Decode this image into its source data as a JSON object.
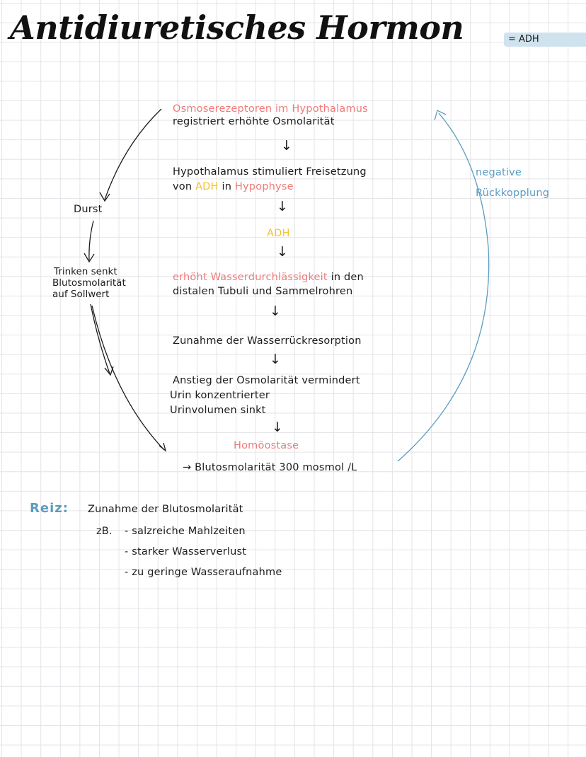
{
  "colors": {
    "ink": "#1c1c1c",
    "pink": "#f07a7a",
    "yellow": "#f2c230",
    "blue": "#5a9cc0",
    "tag_bg": "#cfe3ee"
  },
  "header": {
    "title": "Antidiuretisches Hormon",
    "abbrev": "= ADH"
  },
  "flow": {
    "step1_pink": "Osmoserezeptoren im Hypothalamus",
    "step1_black": "registriert erhöhte Osmolarität",
    "arrow": "↓",
    "step2_line1": "Hypothalamus stimuliert Freisetzung",
    "step2_von": "von",
    "step2_adh": "ADH",
    "step2_in": "in",
    "step2_hypophyse": "Hypophyse",
    "step3_adh": "ADH",
    "step4_pink": "erhöht Wasserdurchlässigkeit",
    "step4_black_a": "in den",
    "step4_line2": "distalen Tubuli und Sammelrohren",
    "step5": "Zunahme der Wasserrückresorption",
    "step6_line1": "Anstieg der Osmolarität vermindert",
    "step6_line2": "Urin konzentrierter",
    "step6_line3": "Urinvolumen sinkt",
    "step7_pink": "Homöostase",
    "step8": "→ Blutosmolarität 300 mosmol /L"
  },
  "left": {
    "durst": "Durst",
    "trinken_1": "Trinken senkt",
    "trinken_2": "Blutosmolarität",
    "trinken_3": "auf Sollwert"
  },
  "right": {
    "neg_1": "negative",
    "neg_2": "Rückkopplung"
  },
  "reiz": {
    "label": "Reiz:",
    "text": "Zunahme der Blutosmolarität",
    "zb": "zB.",
    "items": [
      "- salzreiche Mahlzeiten",
      "- starker Wasserverlust",
      "- zu geringe Wasseraufnahme"
    ]
  }
}
